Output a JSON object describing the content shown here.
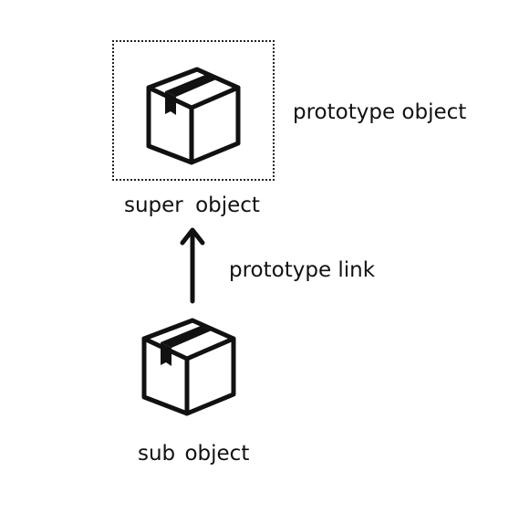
{
  "diagram": {
    "nodes": [
      {
        "id": "super",
        "label": "super  object",
        "icon": "package-box-icon"
      },
      {
        "id": "sub",
        "label": "sub object",
        "icon": "package-box-icon"
      }
    ],
    "edges": [
      {
        "from": "sub",
        "to": "super",
        "label": "prototype link"
      }
    ],
    "annotations": {
      "prototype_object": "prototype object"
    },
    "colors": {
      "stroke": "#111111",
      "background": "#ffffff"
    }
  }
}
